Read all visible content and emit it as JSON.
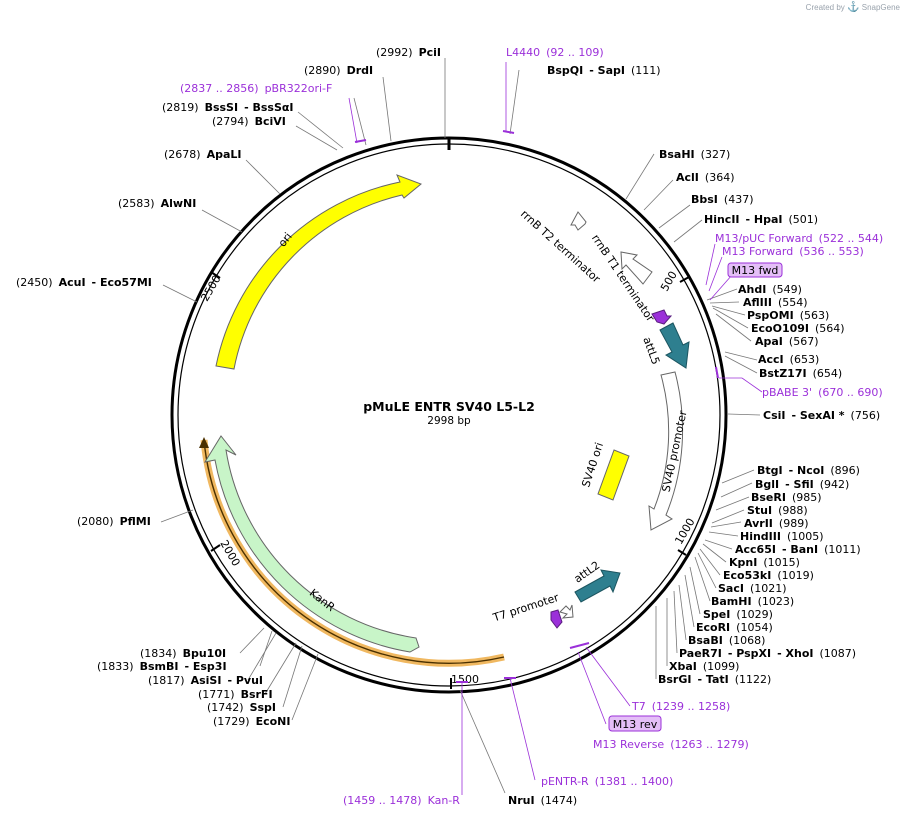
{
  "watermark": {
    "prefix": "Created by",
    "brand": "SnapGene",
    "icon": "snapgene-logo-icon"
  },
  "plasmid": {
    "name": "pMuLE ENTR SV40 L5-L2",
    "size_label": "2998 bp",
    "length": 2998
  },
  "colors": {
    "ori": "#ffff00",
    "kanr": "#c8f5c8",
    "att": "#2e7f8f",
    "primer": "#9b30d9",
    "kanr_primer_band": "#f0b860"
  },
  "ticks": [
    {
      "pos": 500,
      "label": "500"
    },
    {
      "pos": 1000,
      "label": "1000"
    },
    {
      "pos": 1500,
      "label": "1500"
    },
    {
      "pos": 2000,
      "label": "2000"
    },
    {
      "pos": 2500,
      "label": "2500"
    }
  ],
  "features": [
    {
      "name": "rrnB T2 terminator",
      "type": "terminator"
    },
    {
      "name": "rrnB T1 terminator",
      "type": "terminator"
    },
    {
      "name": "attL5",
      "type": "att"
    },
    {
      "name": "SV40 promoter",
      "type": "promoter"
    },
    {
      "name": "SV40 ori",
      "type": "ori"
    },
    {
      "name": "attL2",
      "type": "att"
    },
    {
      "name": "T7 promoter",
      "type": "promoter"
    },
    {
      "name": "KanR",
      "type": "cds"
    },
    {
      "name": "ori",
      "type": "ori"
    }
  ],
  "primer_tags": [
    "M13 fwd",
    "M13 rev"
  ],
  "labels": [
    {
      "parts": [
        "(2992)",
        "PciI"
      ],
      "kind": "site"
    },
    {
      "parts": [
        "L4440",
        "(92 .. 109)"
      ],
      "kind": "primer"
    },
    {
      "parts": [
        "BspQI",
        "- SapI",
        "(111)"
      ],
      "kind": "site"
    },
    {
      "parts": [
        "(2890)",
        "DrdI"
      ],
      "kind": "site"
    },
    {
      "parts": [
        "(2837 .. 2856)",
        "pBR322ori-F"
      ],
      "kind": "primer"
    },
    {
      "parts": [
        "(2819)",
        "BssSI",
        "- BssSαI"
      ],
      "kind": "site"
    },
    {
      "parts": [
        "(2794)",
        "BciVI"
      ],
      "kind": "site"
    },
    {
      "parts": [
        "(2678)",
        "ApaLI"
      ],
      "kind": "site"
    },
    {
      "parts": [
        "(2583)",
        "AlwNI"
      ],
      "kind": "site"
    },
    {
      "parts": [
        "(2450)",
        "AcuI",
        "- Eco57MI"
      ],
      "kind": "site"
    },
    {
      "parts": [
        "BsaHI",
        "(327)"
      ],
      "kind": "site"
    },
    {
      "parts": [
        "AclI",
        "(364)"
      ],
      "kind": "site"
    },
    {
      "parts": [
        "BbsI",
        "(437)"
      ],
      "kind": "site"
    },
    {
      "parts": [
        "HincII",
        "- HpaI",
        "(501)"
      ],
      "kind": "site"
    },
    {
      "parts": [
        "M13/pUC Forward",
        "(522 .. 544)"
      ],
      "kind": "primer"
    },
    {
      "parts": [
        "M13 Forward",
        "(536 .. 553)"
      ],
      "kind": "primer"
    },
    {
      "parts": [
        "AhdI",
        "(549)"
      ],
      "kind": "site"
    },
    {
      "parts": [
        "AflIII",
        "(554)"
      ],
      "kind": "site"
    },
    {
      "parts": [
        "PspOMI",
        "(563)"
      ],
      "kind": "site"
    },
    {
      "parts": [
        "EcoO109I",
        "(564)"
      ],
      "kind": "site"
    },
    {
      "parts": [
        "ApaI",
        "(567)"
      ],
      "kind": "site"
    },
    {
      "parts": [
        "AccI",
        "(653)"
      ],
      "kind": "site"
    },
    {
      "parts": [
        "BstZ17I",
        "(654)"
      ],
      "kind": "site"
    },
    {
      "parts": [
        "pBABE 3'",
        "(670 .. 690)"
      ],
      "kind": "primer"
    },
    {
      "parts": [
        "CsiI",
        "- SexAI *",
        "(756)"
      ],
      "kind": "site"
    },
    {
      "parts": [
        "BtgI",
        "- NcoI",
        "(896)"
      ],
      "kind": "site"
    },
    {
      "parts": [
        "BglI",
        "- SfiI",
        "(942)"
      ],
      "kind": "site"
    },
    {
      "parts": [
        "BseRI",
        "(985)"
      ],
      "kind": "site"
    },
    {
      "parts": [
        "StuI",
        "(988)"
      ],
      "kind": "site"
    },
    {
      "parts": [
        "AvrII",
        "(989)"
      ],
      "kind": "site"
    },
    {
      "parts": [
        "HindIII",
        "(1005)"
      ],
      "kind": "site"
    },
    {
      "parts": [
        "Acc65I",
        "- BanI",
        "(1011)"
      ],
      "kind": "site"
    },
    {
      "parts": [
        "KpnI",
        "(1015)"
      ],
      "kind": "site"
    },
    {
      "parts": [
        "Eco53kI",
        "(1019)"
      ],
      "kind": "site"
    },
    {
      "parts": [
        "SacI",
        "(1021)"
      ],
      "kind": "site"
    },
    {
      "parts": [
        "BamHI",
        "(1023)"
      ],
      "kind": "site"
    },
    {
      "parts": [
        "SpeI",
        "(1029)"
      ],
      "kind": "site"
    },
    {
      "parts": [
        "EcoRI",
        "(1054)"
      ],
      "kind": "site"
    },
    {
      "parts": [
        "BsaBI",
        "(1068)"
      ],
      "kind": "site"
    },
    {
      "parts": [
        "PaeR7I",
        "- PspXI",
        "- XhoI",
        "(1087)"
      ],
      "kind": "site"
    },
    {
      "parts": [
        "XbaI",
        "(1099)"
      ],
      "kind": "site"
    },
    {
      "parts": [
        "BsrGI",
        "- TatI",
        "(1122)"
      ],
      "kind": "site"
    },
    {
      "parts": [
        "T7",
        "(1239 .. 1258)"
      ],
      "kind": "primer"
    },
    {
      "parts": [
        "M13 Reverse",
        "(1263 .. 1279)"
      ],
      "kind": "primer"
    },
    {
      "parts": [
        "pENTR-R",
        "(1381 .. 1400)"
      ],
      "kind": "primer"
    },
    {
      "parts": [
        "NruI",
        "(1474)"
      ],
      "kind": "site"
    },
    {
      "parts": [
        "(1459 .. 1478)",
        "Kan-R"
      ],
      "kind": "primer"
    },
    {
      "parts": [
        "(1729)",
        "EcoNI"
      ],
      "kind": "site"
    },
    {
      "parts": [
        "(1742)",
        "SspI"
      ],
      "kind": "site"
    },
    {
      "parts": [
        "(1771)",
        "BsrFI"
      ],
      "kind": "site"
    },
    {
      "parts": [
        "(1817)",
        "AsiSI",
        "- PvuI"
      ],
      "kind": "site"
    },
    {
      "parts": [
        "(1833)",
        "BsmBI",
        "- Esp3I"
      ],
      "kind": "site"
    },
    {
      "parts": [
        "(1834)",
        "Bpu10I"
      ],
      "kind": "site"
    },
    {
      "parts": [
        "(2080)",
        "PflMI"
      ],
      "kind": "site"
    }
  ]
}
